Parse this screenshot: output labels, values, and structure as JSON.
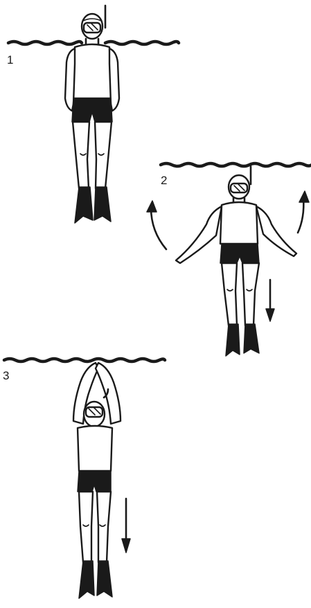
{
  "steps": [
    {
      "label": "1"
    },
    {
      "label": "2"
    },
    {
      "label": "3"
    }
  ],
  "icons": [
    "diver-floating-figure",
    "diver-arms-sweep-figure",
    "diver-descending-figure",
    "motion-arrow"
  ],
  "colors": {
    "ink": "#1a1a1a",
    "background": "#ffffff"
  }
}
